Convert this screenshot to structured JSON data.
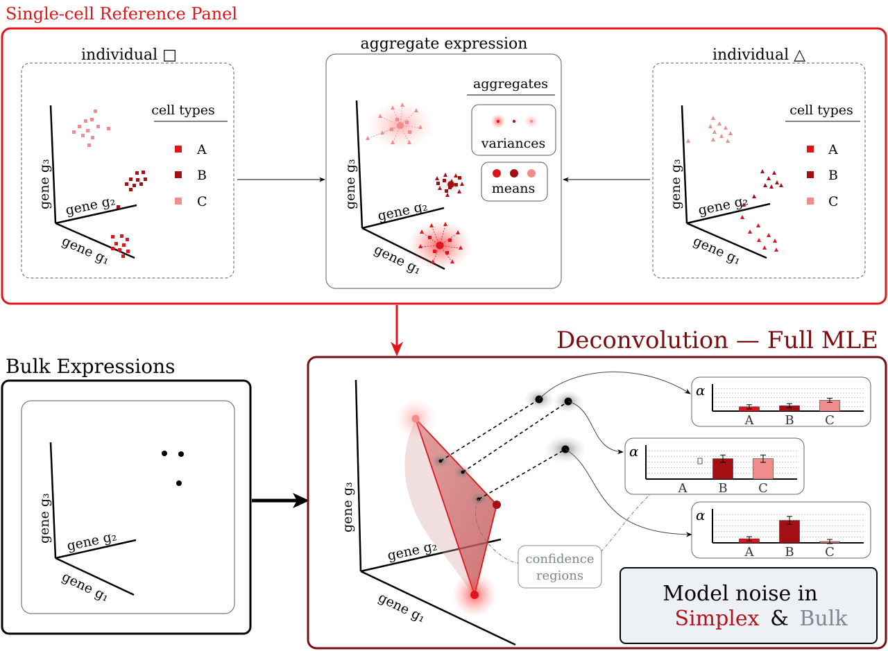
{
  "reference_panel": {
    "title": "Single-cell Reference Panel",
    "individual_square": {
      "title": "individual □",
      "legend_title": "cell types",
      "legend_items": [
        "A",
        "B",
        "C"
      ]
    },
    "aggregate": {
      "title": "aggregate expression",
      "legend_title": "aggregates",
      "variances_label": "variances",
      "means_label": "means"
    },
    "individual_triangle": {
      "title": "individual △",
      "legend_title": "cell types",
      "legend_items": [
        "A",
        "B",
        "C"
      ]
    }
  },
  "axes": {
    "gene_g1": "gene g₁",
    "gene_g2": "gene g₂",
    "gene_g3": "gene g₃"
  },
  "bulk": {
    "title": "Bulk Expressions"
  },
  "deconvolution": {
    "title": "Deconvolution — Full MLE",
    "confidence_line1": "confidence",
    "confidence_line2": "regions",
    "noise_line1": "Model noise in",
    "noise_simplex": "Simplex",
    "noise_amp": "&",
    "noise_bulk": "Bulk",
    "alpha_symbol": "α",
    "bar_charts": [
      {
        "categories": [
          "A",
          "B",
          "C"
        ],
        "values": [
          0.08,
          0.1,
          0.2
        ]
      },
      {
        "categories": [
          "A",
          "B",
          "C"
        ],
        "values": [
          0.0,
          0.3,
          0.3
        ]
      },
      {
        "categories": [
          "A",
          "B",
          "C"
        ],
        "values": [
          0.06,
          0.33,
          0.02
        ]
      }
    ]
  },
  "colors": {
    "type_A": "#e0141b",
    "type_B": "#a30f12",
    "type_C": "#f08c8c",
    "panel_red": "#e0141b",
    "panel_darkred": "#7a0d0f",
    "noise_box_bg": "#edf1f5",
    "bulk_word": "#7c8791"
  }
}
